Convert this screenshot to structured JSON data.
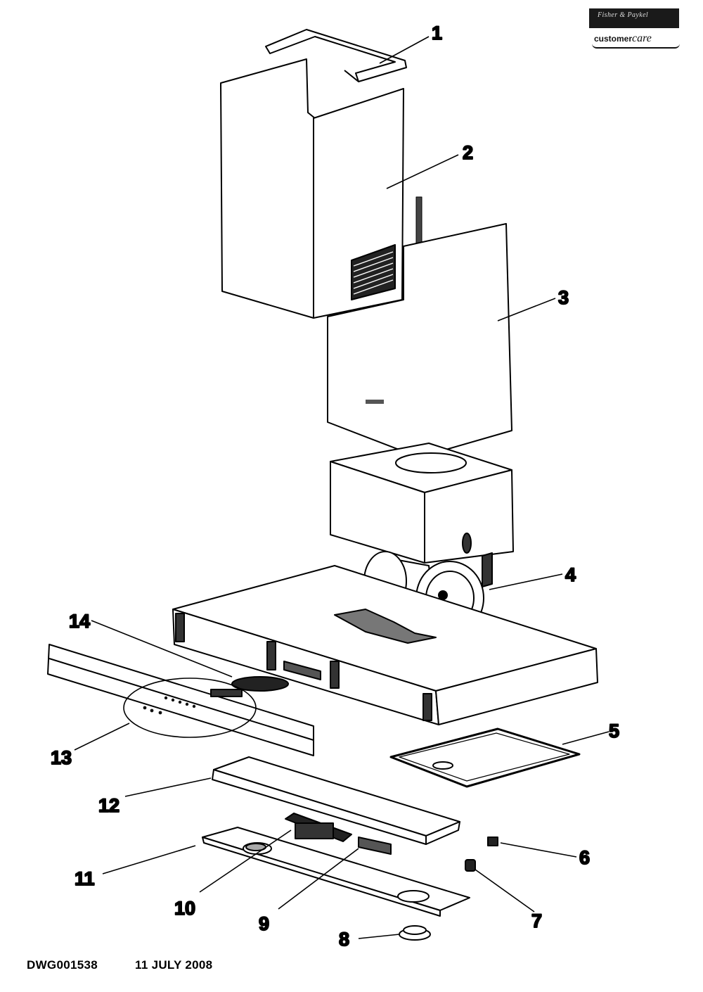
{
  "brand": {
    "name": "Fisher & Paykel",
    "care_prefix": "customer",
    "care_suffix": "care"
  },
  "callouts": [
    {
      "id": "1",
      "text": "1"
    },
    {
      "id": "2",
      "text": "2"
    },
    {
      "id": "3",
      "text": "3"
    },
    {
      "id": "4",
      "text": "4"
    },
    {
      "id": "5",
      "text": "5"
    },
    {
      "id": "6",
      "text": "6"
    },
    {
      "id": "7",
      "text": "7"
    },
    {
      "id": "8",
      "text": "8"
    },
    {
      "id": "9",
      "text": "9"
    },
    {
      "id": "10",
      "text": "10"
    },
    {
      "id": "11",
      "text": "11"
    },
    {
      "id": "12",
      "text": "12"
    },
    {
      "id": "13",
      "text": "13"
    },
    {
      "id": "14",
      "text": "14"
    }
  ],
  "footer": {
    "drawing_number": "DWG001538",
    "date": "11 JULY 2008"
  }
}
